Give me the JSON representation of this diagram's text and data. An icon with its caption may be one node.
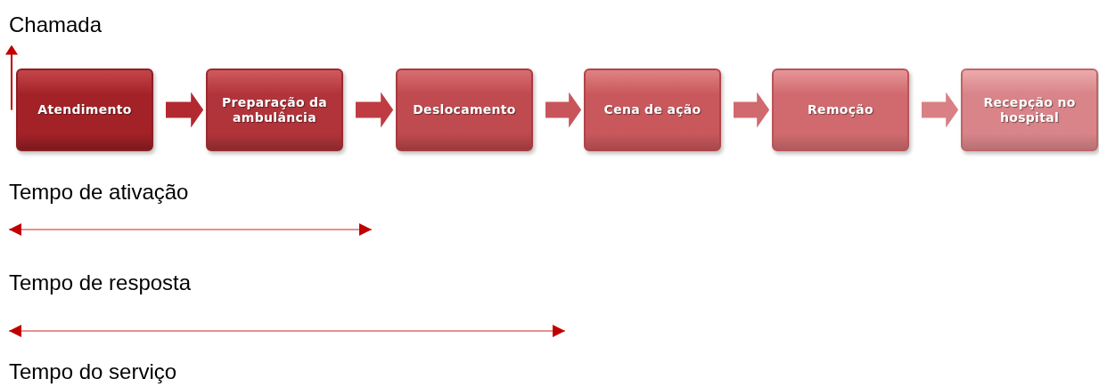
{
  "diagram": {
    "nodes": [
      {
        "text": [
          "Atendimento"
        ]
      },
      {
        "text": [
          "Preparação da ambulância"
        ]
      },
      {
        "text": [
          "Deslocamento"
        ]
      },
      {
        "text": [
          "Cena de ação"
        ]
      },
      {
        "text": [
          "Remoção"
        ]
      },
      {
        "text": [
          "Recepção no hospital"
        ]
      },
      {
        "text": [
          "Chamada"
        ]
      }
    ],
    "edges": [
      {
        "from": 0,
        "to": 1,
        "arrow": "to"
      },
      {
        "from": 1,
        "to": 2,
        "arrow": "to"
      },
      {
        "from": 2,
        "to": 3,
        "arrow": "to"
      },
      {
        "from": 3,
        "to": 4,
        "arrow": "to"
      },
      {
        "from": 4,
        "to": 5,
        "arrow": "to"
      },
      {
        "from": 0,
        "to": 6,
        "arrow": "to",
        "color": "#c00000"
      }
    ],
    "labels": [
      "Tempo de ativação",
      "Tempo de resposta",
      "Tempo do serviço"
    ]
  }
}
